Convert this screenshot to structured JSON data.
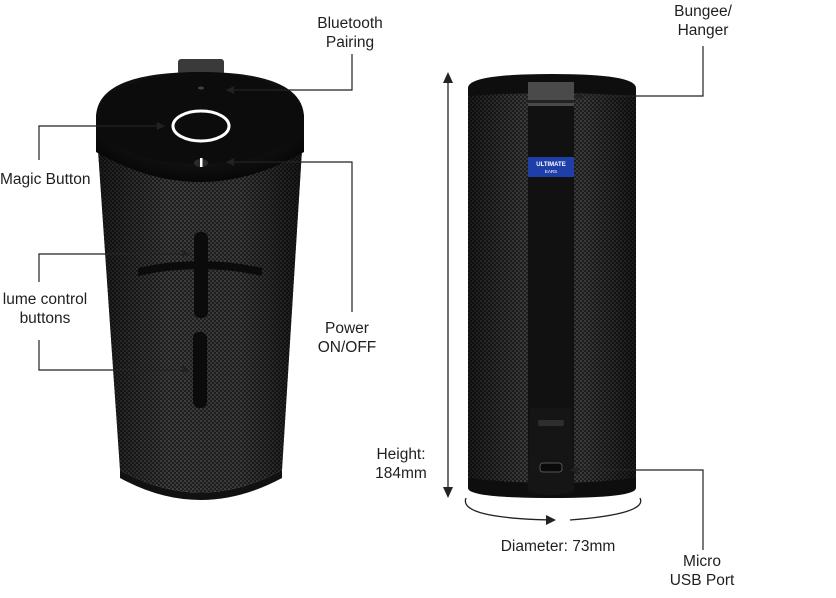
{
  "labels": {
    "bluetooth": [
      "Bluetooth",
      "Pairing"
    ],
    "magic": "Magic Button",
    "volume": [
      "lume control",
      "buttons"
    ],
    "power": [
      "Power",
      "ON/OFF"
    ],
    "bungee": [
      "Bungee/",
      "Hanger"
    ],
    "height": [
      "Height:",
      "184mm"
    ],
    "diameter": "Diameter: 73mm",
    "usb": [
      "Micro",
      "USB Port"
    ]
  },
  "brand_tag": [
    "ULTIMATE",
    "EARS"
  ],
  "colors": {
    "speaker_body": "#1c1c1c",
    "cap": "#0d0d0d",
    "ring": "#ffffff",
    "brand_tag": "#1f3fa8",
    "leader_lines": "#222222"
  }
}
